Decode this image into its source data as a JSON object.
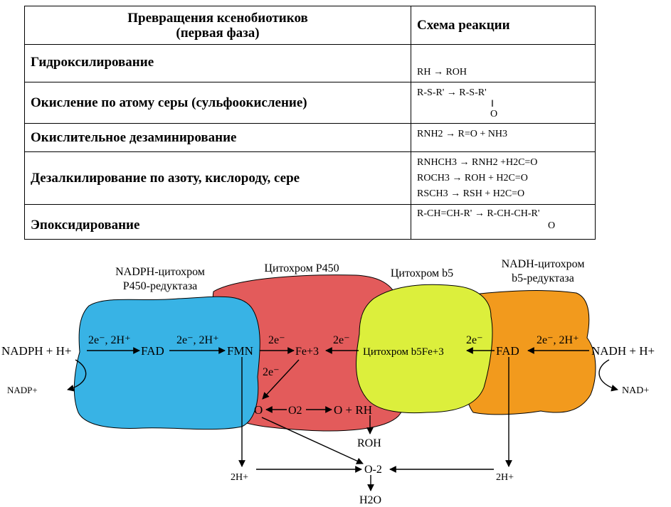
{
  "table": {
    "header": {
      "col1_line1": "Превращения ксенобиотиков",
      "col1_line2": "(первая фаза)",
      "col2": "Схема реакции"
    },
    "rows": [
      {
        "name": "Гидроксилирование",
        "scheme": [
          "RH → ROH"
        ]
      },
      {
        "name": "Окисление по атому серы (сульфоокисление)",
        "scheme": [
          "R-S-R' → R-S-R'",
          "‖",
          "O"
        ]
      },
      {
        "name": "Окислительное дезаминирование",
        "scheme": [
          "RNH2 → R=O + NH3"
        ]
      },
      {
        "name": "Дезалкилирование по азоту, кислороду, сере",
        "scheme": [
          "RNHCH3 → RNH2 +H2C=O",
          "ROCH3 → ROH + H2C=O",
          "RSCH3 → RSH + H2C=O"
        ]
      },
      {
        "name": "Эпоксидирование",
        "scheme": [
          "R-CH=CH-R' → R-CH-CH-R'",
          "O"
        ]
      }
    ]
  },
  "diagram": {
    "labels": {
      "nadph_reductase_l1": "NADPH-цитохром",
      "nadph_reductase_l2": "P450-редуктаза",
      "cyt_p450": "Цитохром P450",
      "cyt_b5": "Цитохром b5",
      "nadh_reductase_l1": "NADH-цитохром",
      "nadh_reductase_l2": "b5-редуктаза"
    },
    "species": {
      "nadph": "NADPH + H+",
      "nadp": "NADP+",
      "fad_left": "FAD",
      "fmn": "FMN",
      "fe": "Fe+3",
      "cyt_b5_fe": "Цитохром b5Fe+3",
      "fad_right": "FAD",
      "nadh": "NADH + H+",
      "nad": "NAD+",
      "o_atom": "O",
      "o2": "O2",
      "o_rh": "O + RH",
      "roh": "ROH",
      "h_left": "2H+",
      "o2minus": "O-2",
      "h_right": "2H+",
      "h2o": "H2O"
    },
    "transfers": {
      "e_2h_1": "2e⁻, 2H⁺",
      "e_2h_2": "2e⁻, 2H⁺",
      "e_fmn_fe": "2e⁻",
      "e_b5_fe": "2e⁻",
      "e_fe_down": "2e⁻",
      "e_fad_b5": "2e⁻",
      "e_2h_3": "2e⁻, 2H⁺"
    },
    "colors": {
      "nadph_reductase": "#38b3e5",
      "cyt_p450": "#e35b5b",
      "cyt_b5": "#dcef3c",
      "nadh_reductase": "#f29a1d"
    }
  }
}
